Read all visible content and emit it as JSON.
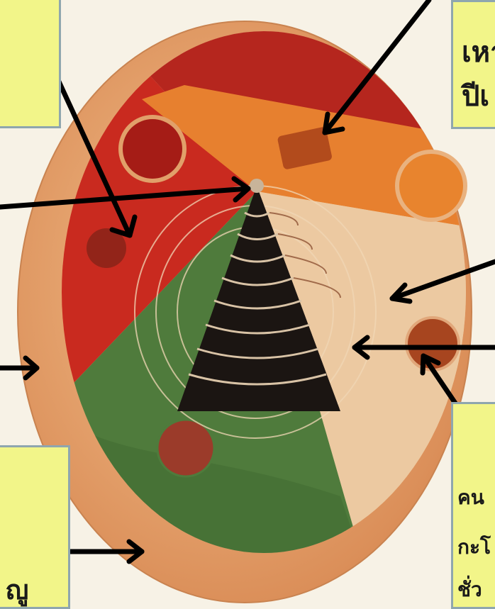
{
  "callouts": {
    "top_left": {
      "text": ""
    },
    "top_right": {
      "line1": "เหา",
      "line2": "ปีเ"
    },
    "bottom_left": {
      "text": "ญู"
    },
    "bottom_right": {
      "line1": "คน",
      "line2": "กะโ",
      "line3": "ชั่ว"
    }
  },
  "colors": {
    "callout_fill": "#f2f589",
    "callout_border": "#8fa6ae",
    "rim": "#e6a46f",
    "red_sector": "#c92a1f",
    "orange_sector": "#e7802f",
    "cream_sector": "#ecc9a1",
    "green_sector": "#4f7b3c",
    "black_ring": "#1b1512",
    "arrow": "#000000"
  }
}
